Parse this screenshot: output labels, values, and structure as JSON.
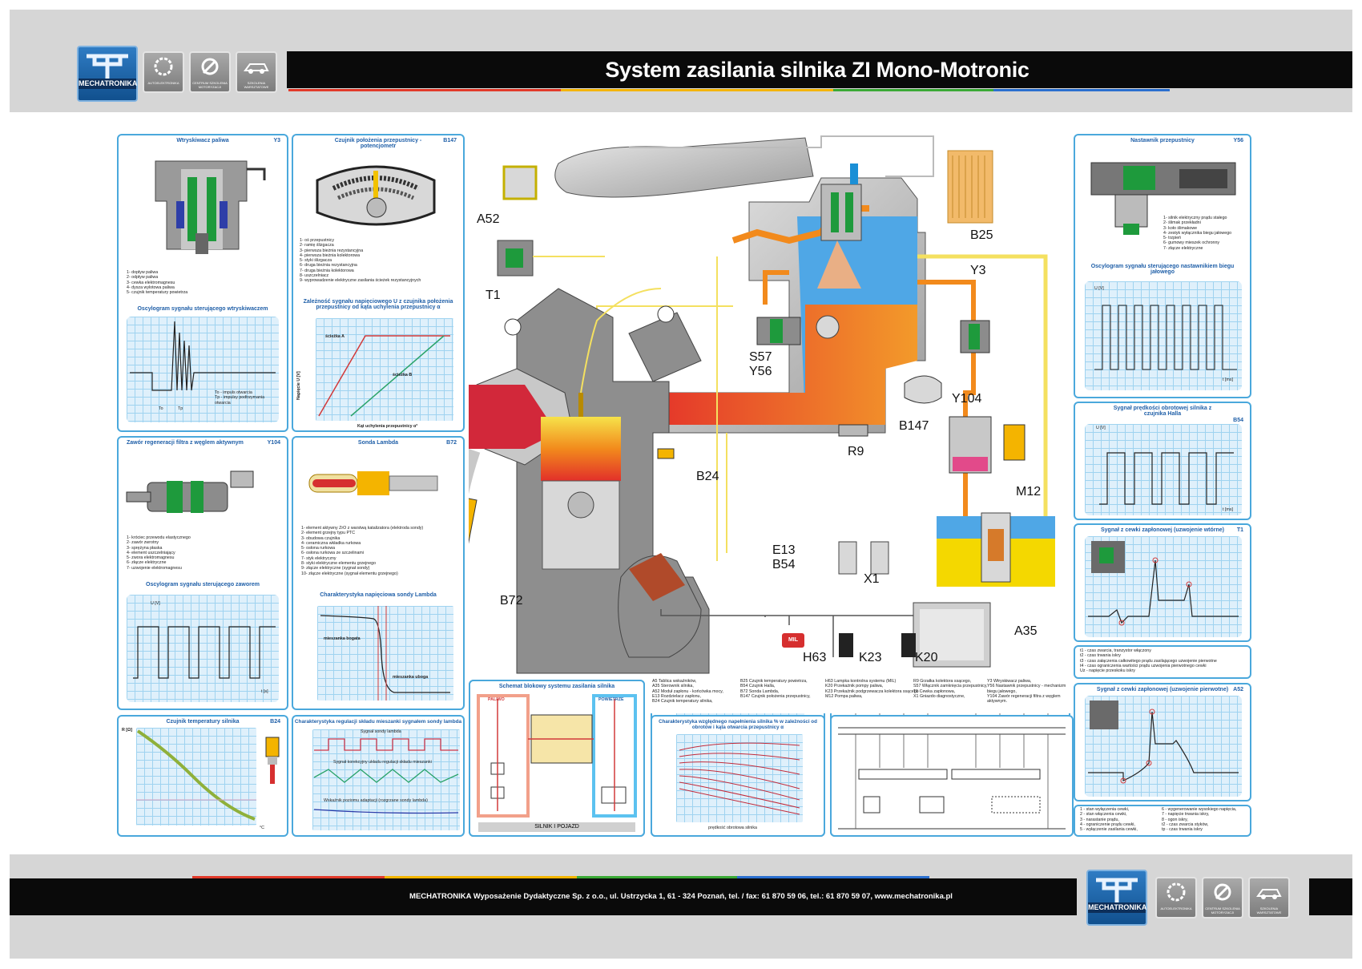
{
  "header": {
    "title": "System zasilania silnika ZI Mono-Motronic",
    "logo_text": "MECHATRONIKA",
    "badges": [
      "AUTOELEKTRONIKA",
      "CENTRUM SZKOLENIA MOTORYZACJI",
      "SZKOLENIA WARSZTATOWE"
    ]
  },
  "panels": {
    "injector": {
      "title": "Wtryskiwacz paliwa",
      "code": "Y3",
      "legend": "1- dopływ paliwa\n2- odpływ paliwa\n3- cewka elektromagnesu\n4- dysza wylotowa paliwa\n5- czujnik temperatury powietrza",
      "osc_title": "Oscylogram sygnału sterującego wtryskiwaczem",
      "osc_note": "To - impuls otwarcia\nTp - impulsy podtrzymania otwarcia",
      "t0": "To",
      "tp": "Tp"
    },
    "throttle_sensor": {
      "title": "Czujnik położenia przepustnicy - potencjometr",
      "code": "B147",
      "legend": "1- oś przepustnicy\n2- ramię ślizgacza\n3- pierwsza bieżnia rezystancyjna\n4- pierwsza bieżnia kolektorowa\n5- styki ślizgacza\n6- druga bieżnia rezystancyjna\n7- druga bieżnia kolektorowa\n8- uszczelniacz\n9- wyprowadzenie elektryczne zasilania ścieżek rezystancyjnych",
      "chart_title": "Zależność sygnału napięciowego U z czujnika położenia przepustnicy od kąta uchylenia przepustnicy α",
      "sciezka_a": "ścieżka A",
      "sciezka_b": "ścieżka B",
      "ylabel": "Napięcie U [V]",
      "xlabel": "Kąt uchylenia przepustnicy α°"
    },
    "valve": {
      "title": "Zawór regeneracji filtra z węglem aktywnym",
      "code": "Y104",
      "legend": "1- króciec przewodu elastycznego\n2- zawór zwrotny\n3- sprężyna płaska\n4- element uszczelniający\n5- zwora elektromagnesu\n6- złącze elektryczne\n7- uzwojenie elektromagnesu",
      "osc_title": "Oscylogram sygnału sterującego zaworem",
      "u_label": "U [V]",
      "t_label": "t [s]"
    },
    "lambda": {
      "title": "Sonda Lambda",
      "code": "B72",
      "legend": "1- element aktywny ZrO z warstwą katalizatora (elektroda sondy)\n2- element grzejny typu PTC\n3- obudowa czujnika\n4- ceramiczna wkładka rurkowa\n5- osłona rurkowa\n6- osłona rurkowa ze szczelinami\n7- styk elektryczny\n8- styki elektryczne elementu grzejnego\n9- złącze elektryczne (sygnał sondy)\n10- złącze elektryczne (sygnał elementu grzejnego)",
      "chart_title": "Charakterystyka napięciowa sondy Lambda",
      "rich": "mieszanka bogata",
      "lean": "mieszanka uboga"
    },
    "temp_sensor": {
      "title": "Czujnik temperatury silnika",
      "code": "B24",
      "ylabel": "R [Ω]",
      "xunit": "°C"
    },
    "mixture": {
      "title": "Charakterystyka regulacji składu mieszanki sygnałem sondy lambda",
      "l1": "Sygnał sondy lambda",
      "l2": "Sygnał korekcyjny układu regulacji składu mieszanki",
      "l3": "Wskaźnik poziomu adaptacji (rozgrzane sondy lambda)"
    },
    "block": {
      "title": "Schemat blokowy systemu zasilania silnika",
      "paliwo": "PALIWO",
      "powietrze": "POWIETRZE",
      "footer": "SILNIK I POJAZD"
    },
    "fill": {
      "title": "Charakterystyka względnego napełnienia silnika % w zależności od obrotów i kąta otwarcia przepustnicy α",
      "xlabel": "prędkość obrotowa silnika"
    },
    "actuator": {
      "title": "Nastawnik przepustnicy",
      "code": "Y56",
      "legend": "1- silnik elektryczny prądu stałego\n2- ślimak przekładni\n3- koło ślimakowe\n4- zestyk wyłącznika biegu jałowego\n5- trzpień\n6- gumowy mieszek ochronny\n7- złącze elektryczne",
      "osc_title": "Oscylogram sygnału sterującego nastawnikiem biegu jałowego",
      "u_label": "U [V]",
      "t_label": "t [ms]"
    },
    "hall": {
      "title": "Sygnał prędkości obrotowej silnika z czujnika Halla",
      "code": "B54",
      "u_label": "U [V]",
      "t_label": "t [ms]"
    },
    "coil2": {
      "title": "Sygnał z cewki zapłonowej (uzwojenie wtórne)",
      "code": "T1",
      "legend": "t1 - czas zwarcia, tranzystor włączony\nt2 - czas trwania iskry\nt3 - czas załączenia całkowitego prądu zasilającego uzwojenie pierwotne\nt4 - czas ograniczenia wartości prądu uzwojenia pierwotnego cewki\nUz - napięcie przeskoku iskry"
    },
    "coil1": {
      "title": "Sygnał z cewki zapłonowej (uzwojenie pierwotne)",
      "code": "A52",
      "legend": "1 - stan wyłączenia cewki,\n2 - stan włączenia cewki,\n3 - narastanie prądu,\n4 - ograniczenie prądu cewki,\n5 - wyłączenie zasilania cewki,",
      "legend2": "6 - wygenerowanie wysokiego napięcia,\n7 - napięcie trwania iskry,\n8 - ogon iskry,\nt2 - czas zwarcia styków,\ntp - czas trwania iskry"
    }
  },
  "components": {
    "A52": "A52",
    "T1": "T1",
    "B25": "B25",
    "Y3": "Y3",
    "S57": "S57",
    "Y56": "Y56",
    "Y104": "Y104",
    "B147": "B147",
    "R9": "R9",
    "B24": "B24",
    "M12": "M12",
    "E13": "E13",
    "B54": "B54",
    "X1": "X1",
    "B72": "B72",
    "A35": "A35",
    "H63": "H63",
    "K23": "K23",
    "K20": "K20",
    "MIL": "MIL"
  },
  "symbol_table": {
    "col1": "A5   Tablica wskaźników,\nA35  Sterownik silnika,\nA52  Moduł zapłonu - końcówka mocy,\nE13  Rozdzielacz zapłonu,\nB24  Czujnik temperatury silnika,",
    "col2": "B25  Czujnik temperatury powietrza,\nB54  Czujnik Halla,\nB72  Sonda Lambda,\nB147 Czujnik położenia przepustnicy,",
    "col3": "H63  Lampka kontrolna systemu (MIL)\nK20  Przekaźnik pompy paliwa,\nK23  Przekaźnik podgrzewacza kolektora ssącego\nM12  Pompa paliwa,",
    "col4": "R9   Grzałka kolektora ssącego,\nS57  Włącznik zamknięcia przepustnicy,\nT1   Cewka zapłonowa,\nX1   Gniazdo diagnostyczne,",
    "col5": "Y3   Wtryskiwacz paliwa,\nY56  Nastawnik przepustnicy - mechanizm biegu jałowego,\nY104 Zawór regeneracji filtra z węglem aktywnym."
  },
  "footer": {
    "text": "MECHATRONIKA Wyposażenie Dydaktyczne Sp. z o.o., ul. Ustrzycka 1, 61 - 324 Poznań, tel. / fax: 61 870 59 06, tel.: 61 870 59 07, www.mechatronika.pl"
  }
}
